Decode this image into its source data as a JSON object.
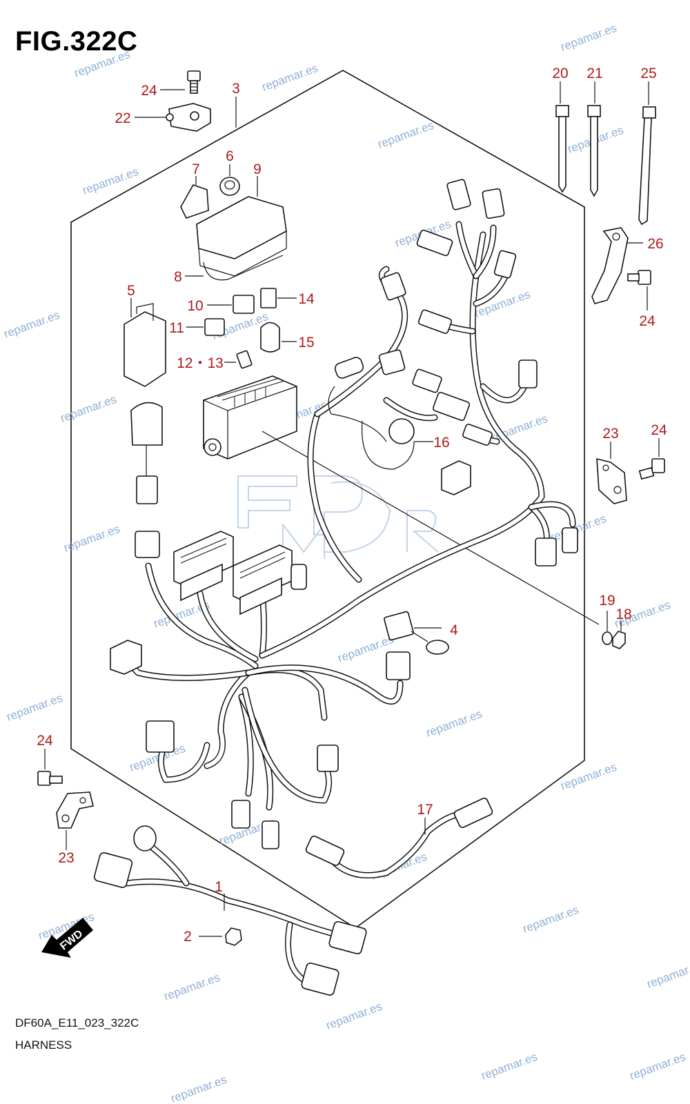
{
  "figure": {
    "title": "FIG.322C",
    "code": "DF60A_E11_023_322C",
    "name": "HARNESS"
  },
  "callouts": [
    {
      "id": "c1",
      "text": "1"
    },
    {
      "id": "c2",
      "text": "2"
    },
    {
      "id": "c3",
      "text": "3"
    },
    {
      "id": "c4",
      "text": "4"
    },
    {
      "id": "c5",
      "text": "5"
    },
    {
      "id": "c6",
      "text": "6"
    },
    {
      "id": "c7",
      "text": "7"
    },
    {
      "id": "c8",
      "text": "8"
    },
    {
      "id": "c9",
      "text": "9"
    },
    {
      "id": "c10",
      "text": "10"
    },
    {
      "id": "c11",
      "text": "11"
    },
    {
      "id": "c12",
      "text": "12・13"
    },
    {
      "id": "c14",
      "text": "14"
    },
    {
      "id": "c15",
      "text": "15"
    },
    {
      "id": "c16",
      "text": "16"
    },
    {
      "id": "c17",
      "text": "17"
    },
    {
      "id": "c18",
      "text": "18"
    },
    {
      "id": "c19",
      "text": "19"
    },
    {
      "id": "c20",
      "text": "20"
    },
    {
      "id": "c21",
      "text": "21"
    },
    {
      "id": "c22",
      "text": "22"
    },
    {
      "id": "c23a",
      "text": "23"
    },
    {
      "id": "c23b",
      "text": "23"
    },
    {
      "id": "c24a",
      "text": "24"
    },
    {
      "id": "c24b",
      "text": "24"
    },
    {
      "id": "c24c",
      "text": "24"
    },
    {
      "id": "c24d",
      "text": "24"
    },
    {
      "id": "c25",
      "text": "25"
    },
    {
      "id": "c26",
      "text": "26"
    }
  ],
  "fwd_label": "FWD",
  "watermark": "repamar.es",
  "colors": {
    "callout": "#b01818",
    "watermark": "#8fb0d6",
    "line": "#111111"
  }
}
